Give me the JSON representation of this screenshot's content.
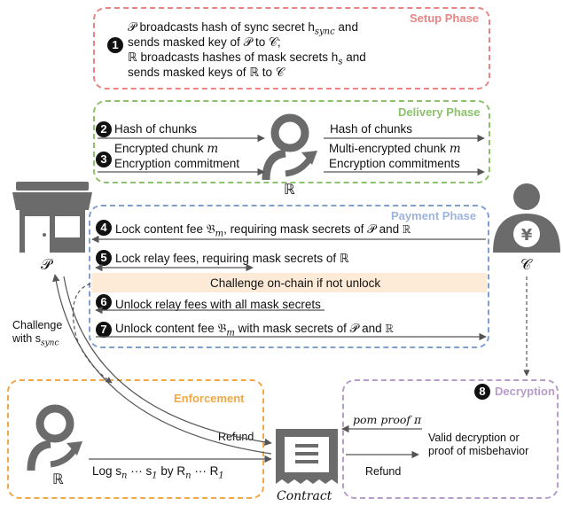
{
  "phases": {
    "setup": {
      "title": "Setup Phase",
      "color": "#e88585"
    },
    "delivery": {
      "title": "Delivery Phase",
      "color": "#8bc26a"
    },
    "payment": {
      "title": "Payment Phase",
      "color": "#7f9fcf"
    },
    "enforcement": {
      "title": "Enforcement",
      "color": "#f0a848"
    },
    "decryption": {
      "title": "Decryption",
      "color": "#b89ccb"
    }
  },
  "steps": {
    "s1": {
      "num": "1",
      "line1": "𝒫 broadcasts  hash of sync secret h",
      "line1_sub": "sync",
      "line1_tail": " and",
      "line2": "sends masked key of 𝒫 to 𝒞;",
      "line3": "ℝ broadcasts hashes of mask secrets h",
      "line3_sub": "s",
      "line3_tail": " and",
      "line4": "sends masked keys of ℝ to 𝒞"
    },
    "s2": {
      "num": "2",
      "left": "Hash of chunks",
      "right": "Hash of chunks"
    },
    "s3": {
      "num": "3",
      "left1": "Encrypted chunk ",
      "left1_var": "m",
      "left2": "Encryption commitment",
      "right1": "Multi-encrypted chunk ",
      "right1_var": "m",
      "right2": "Encryption commitments"
    },
    "s4": {
      "num": "4",
      "text": "Lock content fee 𝔅",
      "sub": "m",
      "tail": ", requiring mask secrets of 𝒫 and ℝ"
    },
    "s5": {
      "num": "5",
      "text": "Lock relay fees, requiring mask secrets of ℝ"
    },
    "challenge": "Challenge on-chain if not unlock",
    "s6": {
      "num": "6",
      "text": "Unlock relay fees with all mask secrets"
    },
    "s7": {
      "num": "7",
      "text": "Unlock content fee 𝔅",
      "sub": "m",
      "tail": " with mask secrets of 𝒫 and ℝ"
    },
    "s8": {
      "num": "8"
    }
  },
  "actors": {
    "provider": "𝒫",
    "consumer": "𝒞",
    "relay": "ℝ",
    "relay_enforce": "ℝ",
    "contract": "Contract"
  },
  "enforcement": {
    "challenge_line1": "Challenge",
    "challenge_line2": "with s",
    "challenge_sub": "sync",
    "refund": "Refund",
    "log_prefix": "Log s",
    "log_mid": " by R",
    "log_subs": [
      "n",
      "1",
      "n",
      "1"
    ]
  },
  "decryption": {
    "pom_proof": "pom proof π",
    "valid_line1": "Valid decryption or",
    "valid_line2": "proof of misbehavior",
    "refund": "Refund"
  }
}
